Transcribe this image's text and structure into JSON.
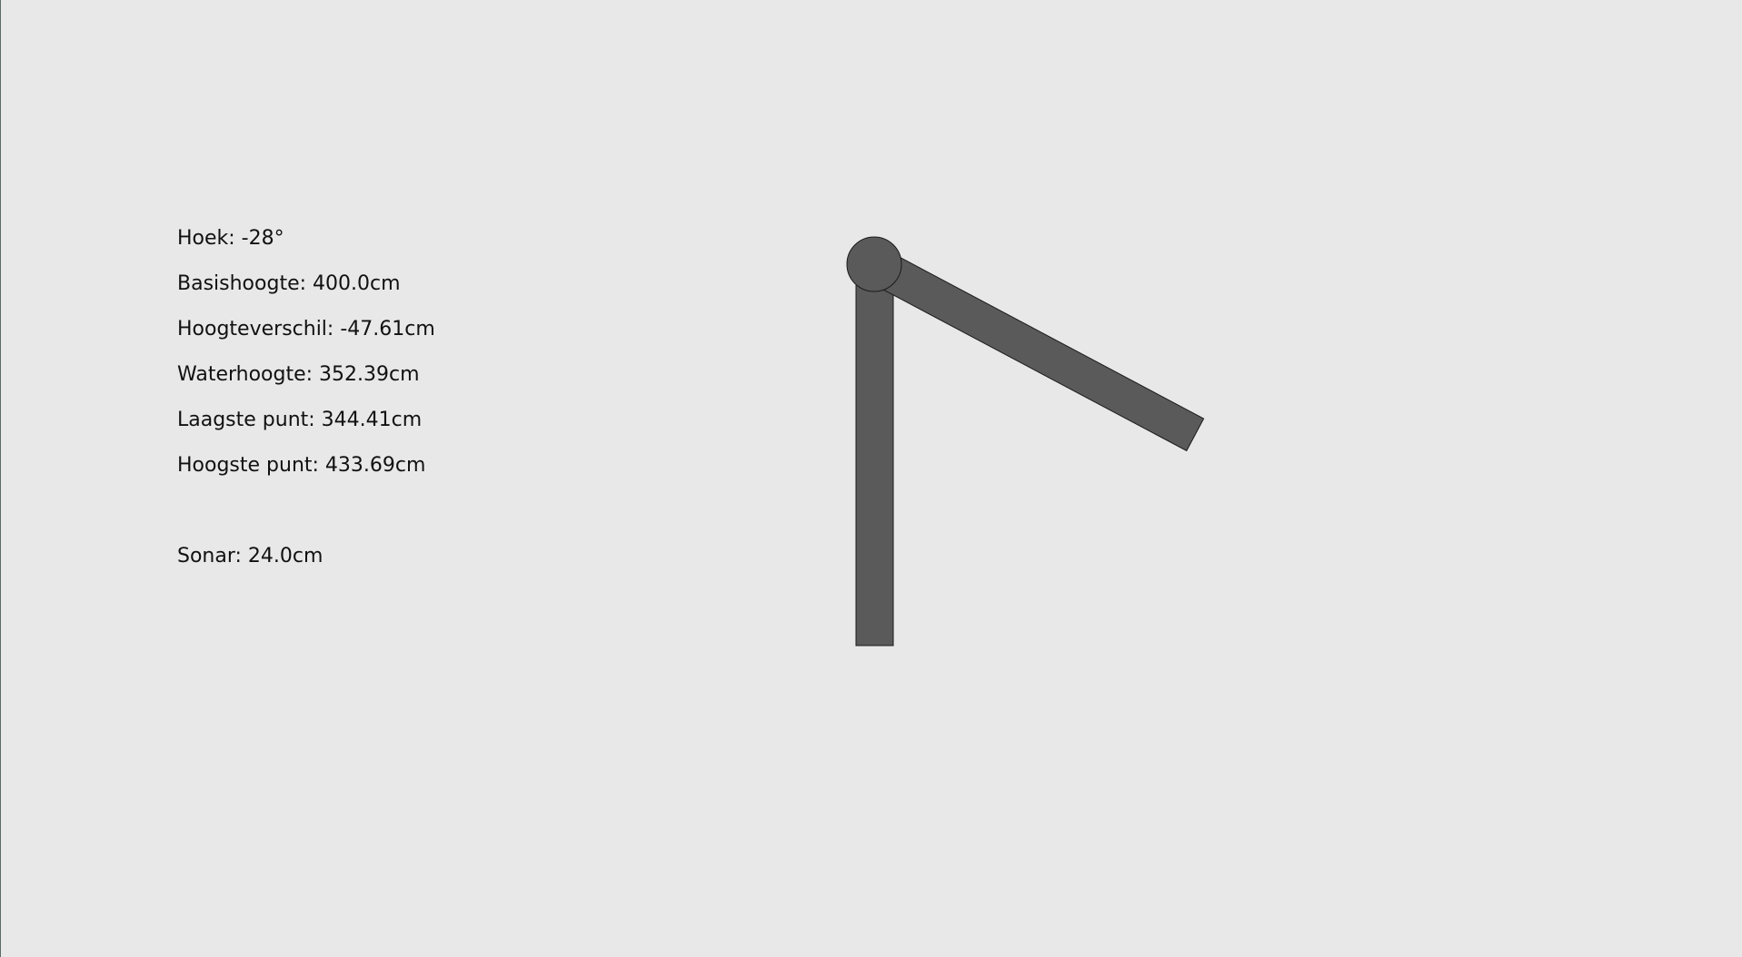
{
  "readouts": {
    "angle": "Hoek: -28°",
    "base_height": "Basishoogte: 400.0cm",
    "height_difference": "Hoogteverschil: -47.61cm",
    "water_height": "Waterhoogte: 352.39cm",
    "lowest_point": "Laagste punt: 344.41cm",
    "highest_point": "Hoogste punt: 433.69cm",
    "sonar": "Sonar: 24.0cm"
  },
  "arm": {
    "angle_deg": -28,
    "color": "#5a5a5a",
    "outline_color": "#1a1a1a"
  },
  "colors": {
    "background": "#e8e8e8",
    "text": "#111111"
  }
}
